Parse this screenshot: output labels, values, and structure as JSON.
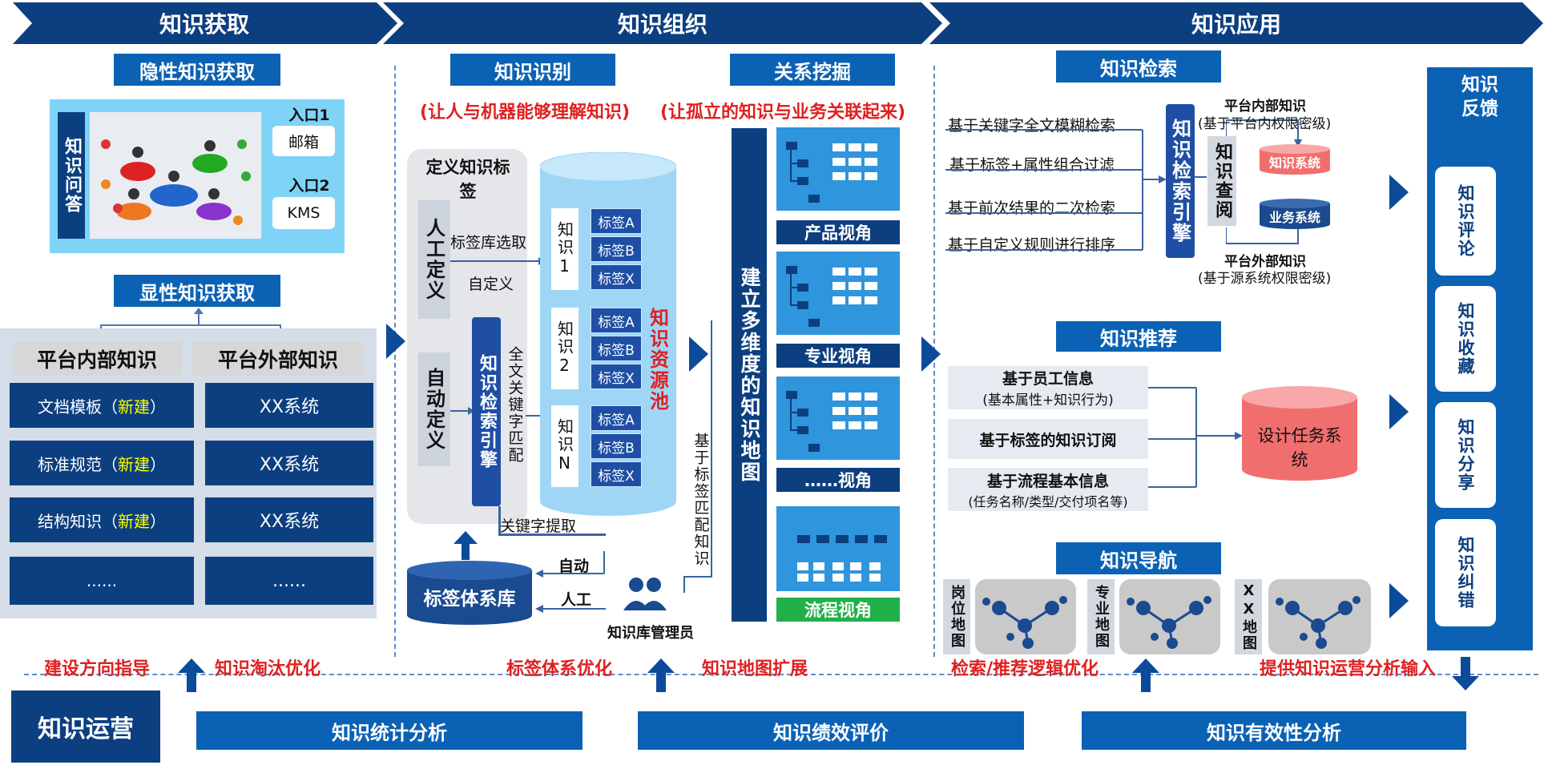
{
  "header": {
    "stage1": "知识获取",
    "stage2": "知识组织",
    "stage3": "知识应用"
  },
  "acquire": {
    "tacit_title": "隐性知识获取",
    "qa_label": "知识问答",
    "entry1_label": "入口1",
    "entry1_value": "邮箱",
    "entry2_label": "入口2",
    "entry2_value": "KMS",
    "explicit_title": "显性知识获取",
    "col_internal": "平台内部知识",
    "col_external": "平台外部知识",
    "internal_items": [
      {
        "text": "文档模板（",
        "new": "新建",
        "end": "）"
      },
      {
        "text": "标准规范（",
        "new": "新建",
        "end": "）"
      },
      {
        "text": "结构知识（",
        "new": "新建",
        "end": "）"
      },
      {
        "text": "......",
        "new": "",
        "end": ""
      }
    ],
    "external_items": [
      "XX系统",
      "XX系统",
      "XX系统",
      "......"
    ]
  },
  "organize": {
    "identify_title": "知识识别",
    "mining_title": "关系挖掘",
    "note1": "(让人与机器能够理解知识)",
    "note2": "(让孤立的知识与业务关联起来)",
    "define_tags": "定义知识标签",
    "manual_define": "人工定义",
    "auto_define": "自动定义",
    "tag_lib_select": "标签库选取",
    "custom": "自定义",
    "search_engine": "知识检索引擎",
    "fulltext": "全文关键字匹配",
    "keyword_extract": "关键字提取",
    "knowledge_items": [
      "知识1",
      "知识2",
      "知识N"
    ],
    "tags": [
      "标签A",
      "标签B",
      "标签X"
    ],
    "pool": "知识资源池",
    "tag_library": "标签体系库",
    "auto": "自动",
    "manual": "人工",
    "admin": "知识库管理员",
    "match_by_tag": "基于标签匹配知识",
    "map_builder": "建立多维度的知识地图",
    "views": [
      "产品视角",
      "专业视角",
      "……视角",
      "流程视角"
    ]
  },
  "apply": {
    "search_title": "知识检索",
    "search_items": [
      "基于关键字全文模糊检索",
      "基于标签+属性组合过滤",
      "基于前次结果的二次检索",
      "基于自定义规则进行排序"
    ],
    "search_engine": "知识检索引擎",
    "query": "知识查阅",
    "internal_label": "平台内部知识",
    "internal_note": "(基于平台内权限密级)",
    "external_label": "平台外部知识",
    "external_note": "(基于源系统权限密级)",
    "knowledge_system": "知识系统",
    "business_system": "业务系统",
    "recommend_title": "知识推荐",
    "recommend_items": [
      {
        "title": "基于员工信息",
        "sub": "(基本属性+知识行为)"
      },
      {
        "title": "基于标签的知识订阅",
        "sub": ""
      },
      {
        "title": "基于流程基本信息",
        "sub": "(任务名称/类型/交付项名等)"
      }
    ],
    "design_task": "设计任务系统",
    "nav_title": "知识导航",
    "nav_maps": [
      "岗位地图",
      "专业地图",
      "XX地图"
    ],
    "feedback_title": "知识反馈",
    "feedback_items": [
      "知识评论",
      "知识收藏",
      "知识分享",
      "知识纠错"
    ]
  },
  "ops": {
    "title": "知识运营",
    "notes": [
      "建设方向指导",
      "知识淘汰优化",
      "标签体系优化",
      "知识地图扩展",
      "检索/推荐逻辑优化",
      "提供知识运营分析输入"
    ],
    "bars": [
      "知识统计分析",
      "知识绩效评价",
      "知识有效性分析"
    ]
  },
  "colors": {
    "navy": "#0c3f80",
    "blue": "#0b62b5",
    "red": "#e02020",
    "light": "#2f95dc"
  }
}
